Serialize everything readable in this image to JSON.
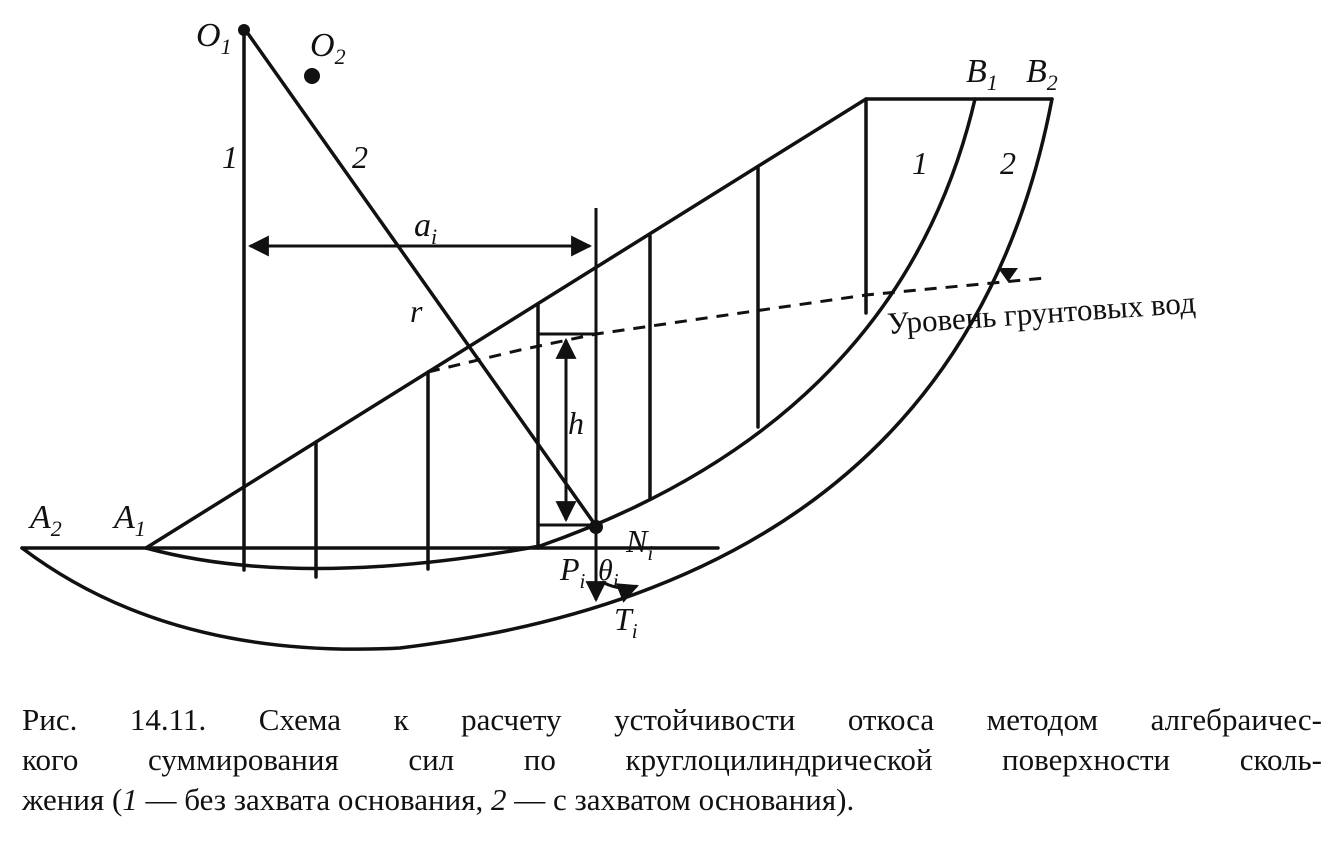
{
  "labels": {
    "o1": "O",
    "o1_sub": "1",
    "o2": "O",
    "o2_sub": "2",
    "b1": "B",
    "b1_sub": "1",
    "b2": "B",
    "b2_sub": "2",
    "a1": "A",
    "a1_sub": "1",
    "a2": "A",
    "a2_sub": "2",
    "radius_line_1": "1",
    "radius_line_2": "2",
    "curve_1": "1",
    "curve_2": "2",
    "ai": "a",
    "ai_sub": "i",
    "r": "r",
    "h": "h",
    "ni": "N",
    "ni_sub": "i",
    "pi": "P",
    "pi_sub": "i",
    "theta": "θ",
    "theta_sub": "i",
    "ti": "T",
    "ti_sub": "i",
    "water_level": "Уровень грунтовых вод"
  },
  "caption": {
    "line1": "Рис. 14.11. Схема к расчету устойчивости откоса методом алгебраичес-",
    "line2": "кого  суммирования  сил по круглоцилиндрической поверхности сколь-",
    "line3_a": "жения (",
    "line3_n1": "1",
    "line3_b": " — без захвата основания, ",
    "line3_n2": "2",
    "line3_c": " — с захватом основания)."
  }
}
